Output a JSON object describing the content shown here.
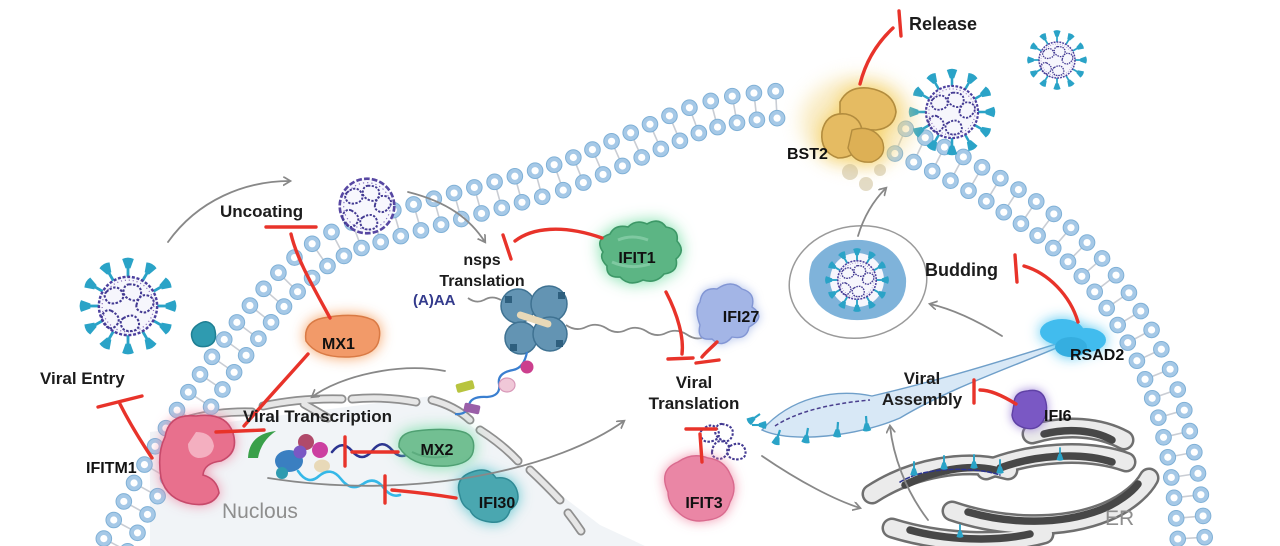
{
  "figure": {
    "type": "pathway-diagram",
    "subject": "Interferon-stimulated genes inhibiting stages of the viral life cycle"
  },
  "labels": {
    "viral_entry": "Viral Entry",
    "uncoating": "Uncoating",
    "nsps": "nsps",
    "nsps_translation": "Translation",
    "poly_a": "(A)AA",
    "viral_transcription": "Viral Transcription",
    "viral_translation_1": "Viral",
    "viral_translation_2": "Translation",
    "viral_assembly_1": "Viral",
    "viral_assembly_2": "Assembly",
    "budding": "Budding",
    "release": "Release",
    "nucleus": "Nuclous",
    "er": "ER"
  },
  "proteins": [
    {
      "name": "IFITM1",
      "color": "#e8708d",
      "inhibits": "Viral Entry"
    },
    {
      "name": "MX1",
      "color": "#f29a69",
      "inhibits": "Uncoating, Viral Transcription"
    },
    {
      "name": "MX2",
      "color": "#72bf92",
      "inhibits": "Viral Transcription"
    },
    {
      "name": "IFI30",
      "color": "#4aa7b0",
      "inhibits": "Viral Transcription"
    },
    {
      "name": "IFIT1",
      "color": "#5cb584",
      "inhibits": "nsps Translation, Viral Translation"
    },
    {
      "name": "IFI27",
      "color": "#a3b5e6",
      "inhibits": "Viral Translation"
    },
    {
      "name": "IFIT3",
      "color": "#ea86a5",
      "inhibits": "Viral Translation"
    },
    {
      "name": "RSAD2",
      "color": "#41bcee",
      "inhibits": "Budding"
    },
    {
      "name": "IFI6",
      "color": "#7a58c4",
      "inhibits": "Viral Assembly"
    },
    {
      "name": "BST2",
      "color": "#e5bb62",
      "inhibits": "Release"
    }
  ],
  "colors": {
    "inhibition_arrow": "#e8332a",
    "process_arrow": "#888888",
    "membrane_head": "#a6c9e7",
    "virus_capsid": "#4c3f9e",
    "virus_spike": "#2aa3c7"
  }
}
